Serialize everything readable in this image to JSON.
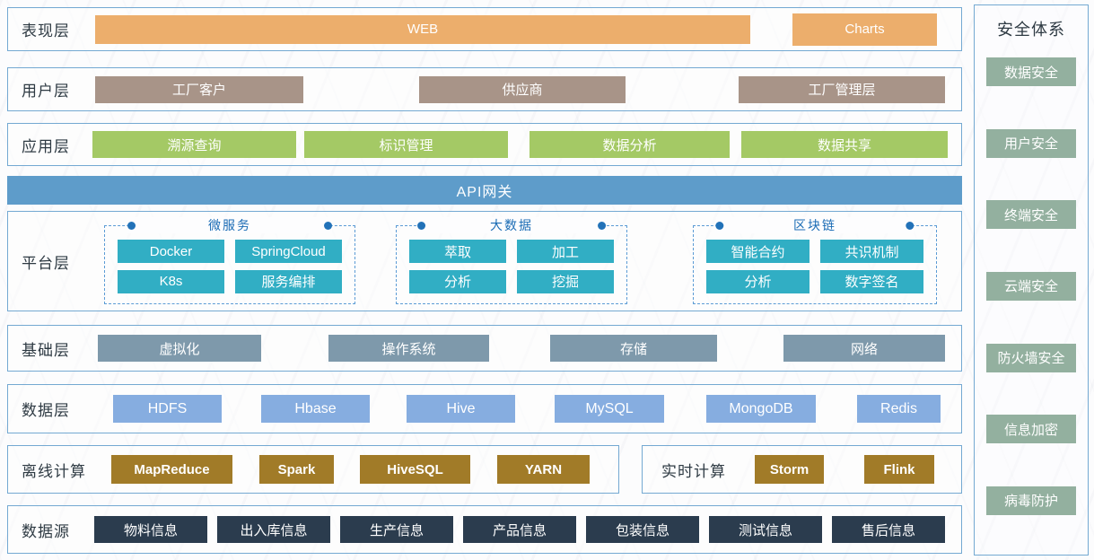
{
  "presentation": {
    "label": "表现层",
    "items": [
      "WEB",
      "Charts"
    ]
  },
  "users": {
    "label": "用户层",
    "items": [
      "工厂客户",
      "供应商",
      "工厂管理层"
    ]
  },
  "application": {
    "label": "应用层",
    "items": [
      "溯源查询",
      "标识管理",
      "数据分析",
      "数据共享"
    ]
  },
  "api_gateway": {
    "label": "API网关"
  },
  "platform": {
    "label": "平台层",
    "groups": [
      {
        "name": "微服务",
        "items": [
          "Docker",
          "SpringCloud",
          "K8s",
          "服务编排"
        ]
      },
      {
        "name": "大数据",
        "items": [
          "萃取",
          "加工",
          "分析",
          "挖掘"
        ]
      },
      {
        "name": "区块链",
        "items": [
          "智能合约",
          "共识机制",
          "分析",
          "数字签名"
        ]
      }
    ]
  },
  "infrastructure": {
    "label": "基础层",
    "items": [
      "虚拟化",
      "操作系统",
      "存储",
      "网络"
    ]
  },
  "data_layer": {
    "label": "数据层",
    "items": [
      "HDFS",
      "Hbase",
      "Hive",
      "MySQL",
      "MongoDB",
      "Redis"
    ]
  },
  "offline": {
    "label": "离线计算",
    "items": [
      "MapReduce",
      "Spark",
      "HiveSQL",
      "YARN"
    ]
  },
  "realtime": {
    "label": "实时计算",
    "items": [
      "Storm",
      "Flink"
    ]
  },
  "datasource": {
    "label": "数据源",
    "items": [
      "物料信息",
      "出入库信息",
      "生产信息",
      "产品信息",
      "包装信息",
      "测试信息",
      "售后信息"
    ]
  },
  "security": {
    "title": "安全体系",
    "items": [
      "数据安全",
      "用户安全",
      "终端安全",
      "云端安全",
      "防火墙安全",
      "信息加密",
      "病毒防护"
    ]
  },
  "colors": {
    "row_border": "#74a9d2",
    "presentation_orange": "#ecae6c",
    "user_brown": "#a89488",
    "application_green": "#a4c965",
    "api_blue": "#5e9cca",
    "platform_teal": "#31aec4",
    "group_dashed_blue": "#5b9bd5",
    "group_label_blue": "#1b6cb5",
    "infra_grayblue": "#7e99ab",
    "data_lightblue": "#86ade0",
    "compute_gold": "#a17b28",
    "source_navy": "#2b3c4e",
    "security_sage": "#93b09f"
  }
}
